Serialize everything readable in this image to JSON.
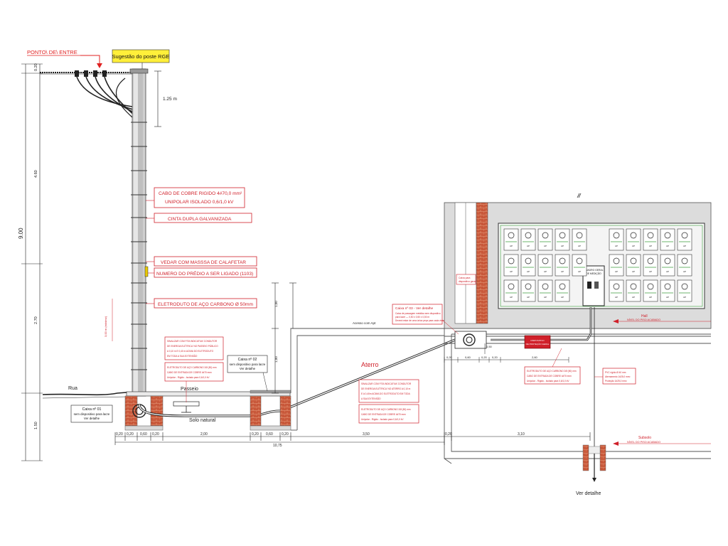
{
  "header": {
    "entry_point": "PONTO\\ DE\\ ENTRE",
    "pole_suggestion": "Sugestão do poste RGE"
  },
  "pole_labels": {
    "cable": [
      "CABO DE COBRE RIGIDO 4#70,0 mm²",
      "UNIPOLAR ISOLADO 0,6/1,0 kV"
    ],
    "strap": "CINTA DUPLA GALVANIZADA",
    "seal": "VEDAR COM MASSSA DE CALAFETAR",
    "number": "NUMERO DO PRÉDIO A SER LIGADO (1103)",
    "conduit": "ELETRODUTO DE AÇO CARBONO Ø 50mm",
    "pole_height_note": "3,00 m (mínimo)"
  },
  "dimensions": {
    "left_vertical": [
      "0.20",
      "4.60",
      "9.00",
      "2.70",
      "1.50"
    ],
    "top_segment": "1.25 m",
    "bottom_row": [
      "0,20",
      "0,20",
      "0,60",
      "0,20",
      "2,00",
      "0,20",
      "0,60",
      "0,20",
      "3,50",
      "0,20",
      "3,10"
    ],
    "total": "10,75",
    "right_row": [
      "0,20",
      "0,60",
      "0,20",
      "0,20",
      "2,60"
    ],
    "mid_vertical": [
      "1,00",
      "1,00"
    ],
    "right_small": "0,50"
  },
  "ground_labels": {
    "street": "Rua",
    "sidewalk": "Passeio",
    "natural_soil": "Solo natural",
    "fill": "Aterro",
    "access": "Acesso com Apt",
    "see_detail": "Ver detalhe"
  },
  "boxes": {
    "box1": [
      "Caixa nº 01",
      "sem dispositivo para lacre",
      "Ver detalhe"
    ],
    "box2": [
      "Caixa nº 02",
      "sem dispositivo para lacre",
      "Ver detalhe"
    ],
    "box3_title": "Caixa nº 03 - Ver detalhe",
    "box3_lines": [
      "Caixa de passagem metálica sem dispositivo",
      "para lacre — 0,50 x 0,50 x 0,50 m",
      "Deverá estar de uma única peça para cada vista"
    ]
  },
  "notes": {
    "left_signal": [
      "SINALIZAR COM FITA INDICATIVA 'CONDUTOR",
      "DE ENERGIA ELÉTRICA' NO PASSEIO PÚBLICO",
      "A 0,10 m E 0,40 m ACIMA DO ELETRODUTO",
      "EM TODA A SUA EXTENSÃO"
    ],
    "left_conduit": [
      "ELETRODUTO DE AÇO CARBONO 2Ø (50) mm",
      "CABO DE ENTRADA DE COBRE 4#70 mm²",
      "Unipolar - Rígido - Isolado para 0,6/1,0 kV"
    ],
    "mid_signal": [
      "SINALIZAR COM FITA INDICATIVA 'CONDUTOR",
      "DE ENERGIA ELÉTRICA' NO ATERRO A 0,10 m",
      "E A 0,40m ACIMA DO ELETRODUTO EM TODA",
      "A SUA EXTENSÃO"
    ],
    "mid_conduit": [
      "ELETRODUTO DE AÇO CARBONO 2Ø (50) mm",
      "CABO DE ENTRADA DE COBRE 4#70 mm²",
      "Unipolar - Rígido - Isolado para 0,6/1,0 kV"
    ],
    "right_conduit": [
      "ELETRODUTO DE AÇO CARBONO 2Ø (50) mm",
      "CABO DE ENTRADA DE COBRE 4#70 mm²",
      "Unipolar - Rígido - Isolado para 0,6/1,0 kV"
    ],
    "pvc": [
      "PVC rígido Ø 40 mm",
      "Aterramento 1#25,0 mm²",
      "Proteção 1#25,0 mm²"
    ],
    "wall_box": [
      "Caixa para",
      "dispositivo geral"
    ],
    "red_device": [
      "DISPOSITIVO",
      "DE PROTEÇÃO GERAL"
    ],
    "meter_panel": [
      "QUADRO GERAL",
      "DE MEDIÇÃO"
    ]
  },
  "levels": {
    "hall": "Hall",
    "hall_floor": "NÍVEL DO PISO ACABADO",
    "basement": "Subsolo",
    "basement_floor": "NÍVEL DO PISO ACABADO"
  },
  "meter_unit_label": "AP",
  "colors": {
    "red": "#d0202a",
    "yellow": "#ffef3a",
    "brick": "#c8583a",
    "green": "#4aa24a",
    "gray": "#dcdcdc"
  }
}
